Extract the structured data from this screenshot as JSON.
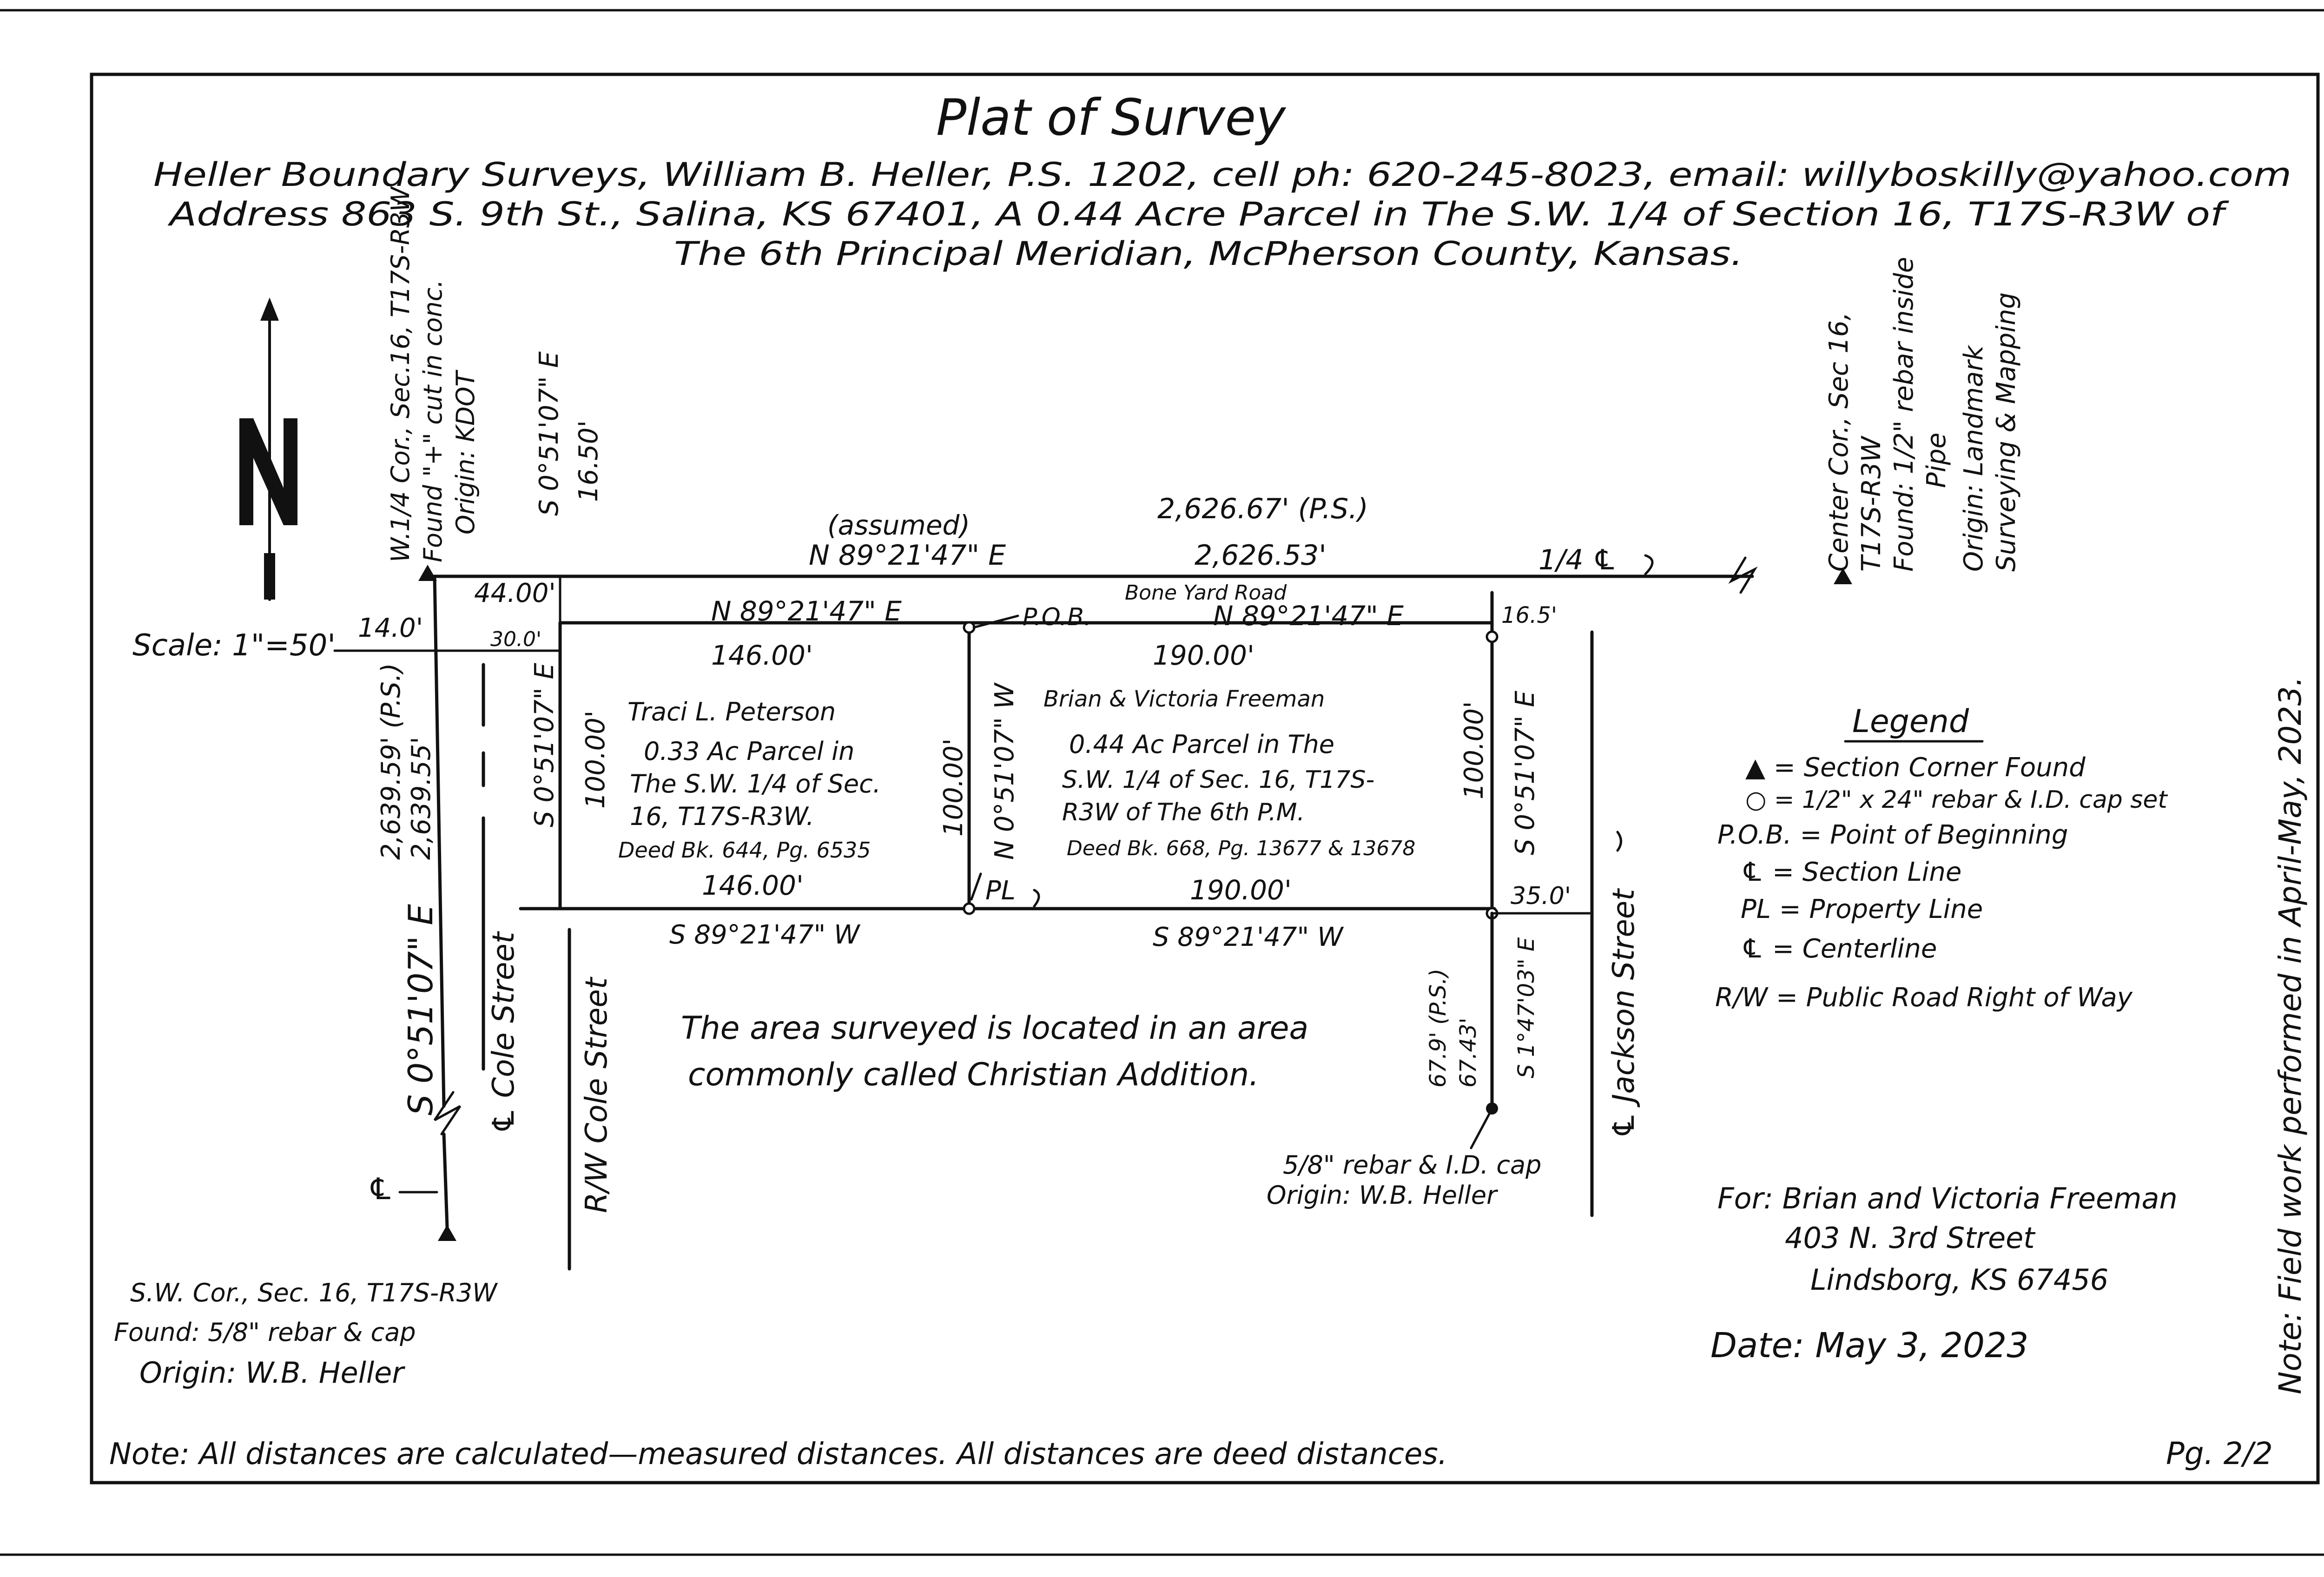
{
  "title": "Plat of Survey",
  "header": {
    "line1": "Heller Boundary Surveys, William B. Heller, P.S. 1202, cell ph: 620-245-8023, email: willyboskilly@yahoo.com",
    "line2": "Address 863 S. 9th St., Salina, KS 67401, A 0.44 Acre Parcel in The S.W. 1/4 of Section 16, T17S-R3W of",
    "line3": "The 6th Principal Meridian, McPherson County, Kansas."
  },
  "scale": "Scale: 1\"=50'",
  "west_corner_note": [
    "W.1/4 Cor., Sec.16, T17S-R3W",
    "Found \"+\" cut in conc.",
    "Origin: KDOT"
  ],
  "center_corner_note": [
    "Center Cor., Sec 16,",
    "T17S-R3W",
    "Found: 1/2\" rebar inside",
    "Pipe",
    "Origin: Landmark",
    "Surveying & Mapping"
  ],
  "sw_corner_note": [
    "S.W. Cor., Sec. 16, T17S-R3W",
    "Found: 5/8\" rebar & cap",
    "Origin: W.B. Heller"
  ],
  "rebar_note": [
    "5/8\" rebar & I.D. cap",
    "Origin: W.B. Heller"
  ],
  "dimensions": {
    "assumed": "(assumed)",
    "north_bearing": "N 89°21'47\" E",
    "north_dist": "2,626.53'",
    "north_dist_ps": "2,626.67' (P.S.)",
    "quarter_line": "1/4 ℄",
    "north_row_bearing": "S 0°51'07\" E",
    "north_row_dist": "16.50'",
    "offset_44": "44.00'",
    "offset_14": "14.0'",
    "offset_30": "30.0'",
    "offset_165": "16.5'",
    "offset_35": "35.0'",
    "pob": "P.O.B.",
    "road": "Bone Yard Road",
    "peterson_north_bearing": "N 89°21'47\" E",
    "peterson_north_dist": "146.00'",
    "freeman_north_bearing": "N 89°21'47\" E",
    "freeman_north_dist": "190.00'",
    "peterson_west_bearing": "S 0°51'07\" E",
    "peterson_west_dist": "100.00'",
    "mid_bearing": "N 0°51'07\" W",
    "mid_dist": "100.00'",
    "freeman_east_dist": "100.00'",
    "freeman_east_bearing": "S 0°51'07\" E",
    "peterson_south_dist": "146.00'",
    "peterson_south_bearing": "S 89°21'47\" W",
    "freeman_south_dist": "190.00'",
    "freeman_south_bearing": "S 89°21'47\" W",
    "pl_mark": "PL",
    "west_dist_ps": "2,639.59' (P.S.)",
    "west_dist": "2,639.55'",
    "west_bearing": "S 0°51'07\" E",
    "section_line_mark": "℄",
    "south_ext_ps": "67.9' (P.S.)",
    "south_ext_dist": "67.43'",
    "south_ext_bearing": "S 1°47'03\" E"
  },
  "parcels": {
    "peterson": [
      "Traci L. Peterson",
      "0.33 Ac Parcel in",
      "The S.W. 1/4 of Sec.",
      "16, T17S-R3W.",
      "Deed Bk. 644, Pg. 6535"
    ],
    "freeman": [
      "Brian & Victoria Freeman",
      "0.44 Ac Parcel in The",
      "S.W. 1/4 of Sec. 16, T17S-",
      "R3W of The 6th P.M.",
      "Deed Bk. 668, Pg. 13677 & 13678"
    ]
  },
  "streets": {
    "cole_cl": "℄ Cole Street",
    "cole_rw": "R/W Cole Street",
    "jackson_cl": "℄ Jackson Street"
  },
  "area_note": [
    "The area surveyed is located in an area",
    "commonly called Christian Addition."
  ],
  "legend": {
    "title": "Legend",
    "items": [
      "▲ = Section Corner Found",
      "○ = 1/2\" x 24\" rebar & I.D. cap set",
      "P.O.B. = Point of Beginning",
      "℄ = Section Line",
      "PL = Property Line",
      "℄ = Centerline",
      "R/W = Public Road Right of Way"
    ]
  },
  "client": [
    "For: Brian and Victoria Freeman",
    "403 N. 3rd Street",
    "Lindsborg, KS 67456"
  ],
  "date": "Date: May 3, 2023",
  "fieldwork_note": "Note: Field work performed in April-May, 2023.",
  "footer_note": "Note: All distances are calculated—measured distances. All distances are deed distances.",
  "page": "Pg. 2/2"
}
